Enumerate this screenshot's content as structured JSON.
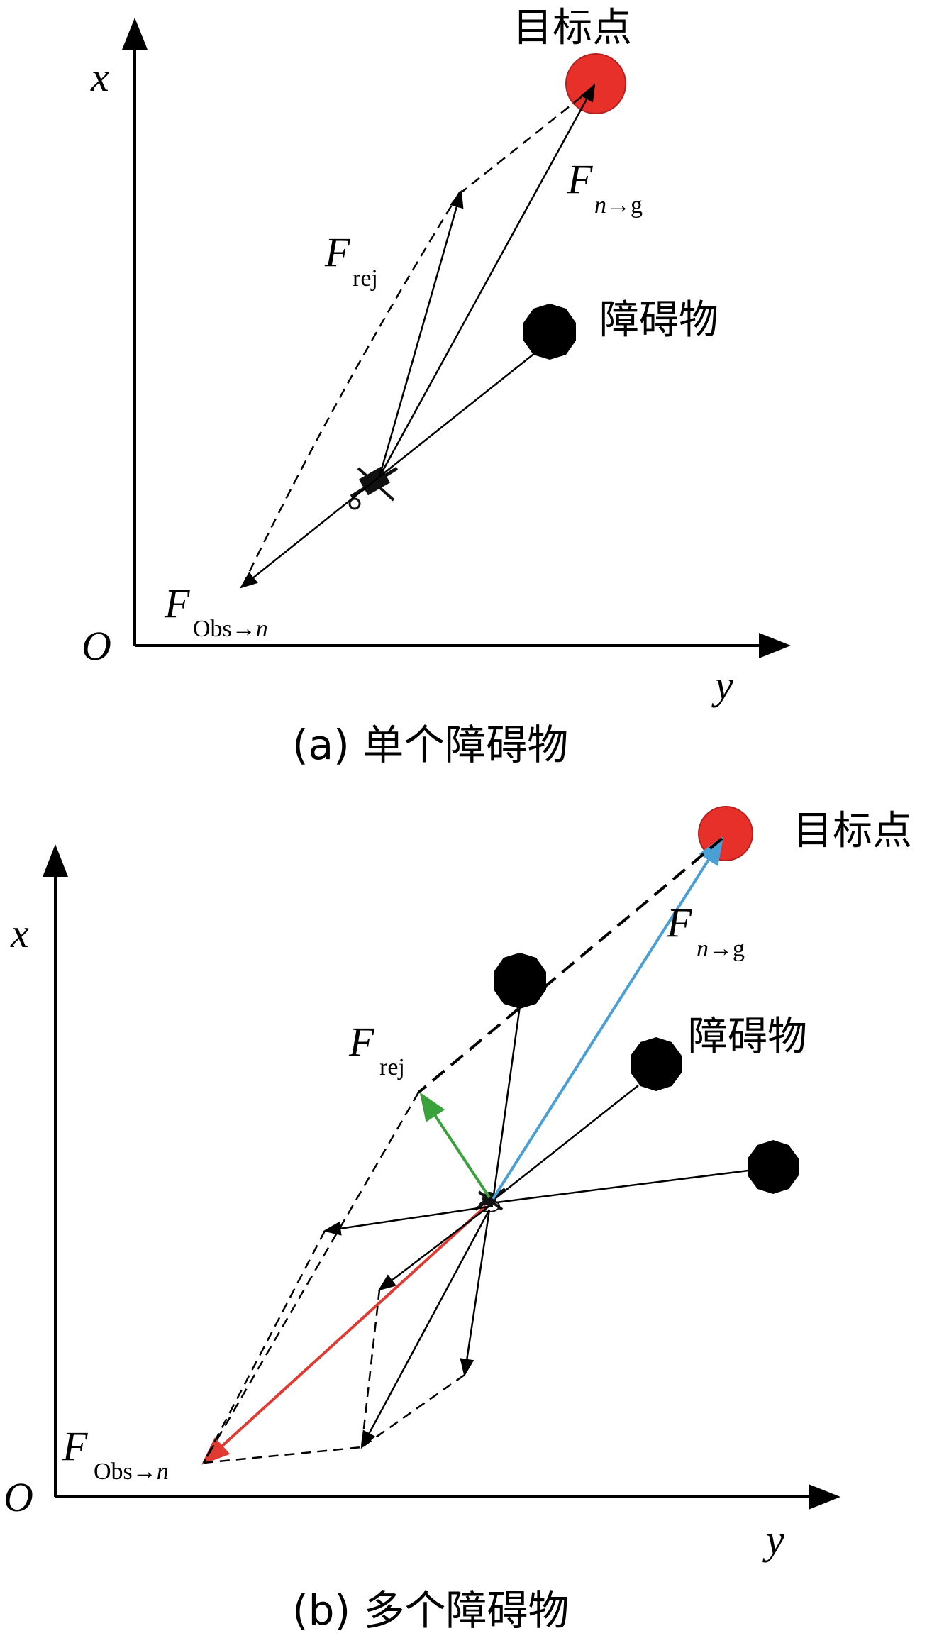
{
  "panel_a": {
    "axis_x": "x",
    "axis_y": "y",
    "origin": "O",
    "goal_label": "目标点",
    "obstacle_label": "障碍物",
    "force_goal": {
      "main": "F",
      "sub": "n→g",
      "sub_it": "n",
      "sub_rest": "→g"
    },
    "force_rej": {
      "main": "F",
      "sub": "rej"
    },
    "force_obs": {
      "main": "F",
      "sub": "Obs→n",
      "sub_rm": "Obs→",
      "sub_it": "n"
    },
    "caption": "(a) 单个障碍物"
  },
  "panel_b": {
    "axis_x": "x",
    "axis_y": "y",
    "origin": "O",
    "goal_label": "目标点",
    "obstacle_label": "障碍物",
    "force_goal": {
      "main": "F",
      "sub": "n→g",
      "sub_it": "n",
      "sub_rest": "→g"
    },
    "force_rej": {
      "main": "F",
      "sub": "rej"
    },
    "force_obs": {
      "main": "F",
      "sub": "Obs→n",
      "sub_rm": "Obs→",
      "sub_it": "n"
    },
    "caption": "(b) 多个障碍物"
  },
  "colors": {
    "goal": "#e8302a",
    "obstacle": "#000000",
    "attract_arrow": "#4a9fd4",
    "repulse_arrow": "#e03a33",
    "rej_arrow": "#3aa23a",
    "line": "#000000"
  }
}
